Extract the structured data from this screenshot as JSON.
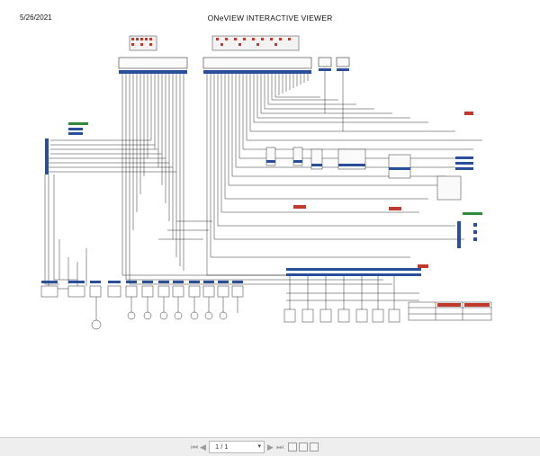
{
  "header": {
    "date": "5/26/2021",
    "title": "ONeVIEW INTERACTIVE VIEWER"
  },
  "toolbar": {
    "first_page_icon": "first-page-icon",
    "prev_page_icon": "previous-page-icon",
    "page_indicator": "1 / 1",
    "dropdown_icon": "caret-down-icon",
    "next_page_icon": "next-page-icon",
    "last_page_icon": "last-page-icon",
    "extra_icons": [
      "copy-icon",
      "pages-icon",
      "fit-page-icon"
    ]
  },
  "diagram": {
    "kind": "wiring-schematic",
    "colors": {
      "wire": "#1a1a1a",
      "connector": "#2a4f9a",
      "highlight": "#c0392b",
      "green": "#2e8b3d"
    }
  }
}
